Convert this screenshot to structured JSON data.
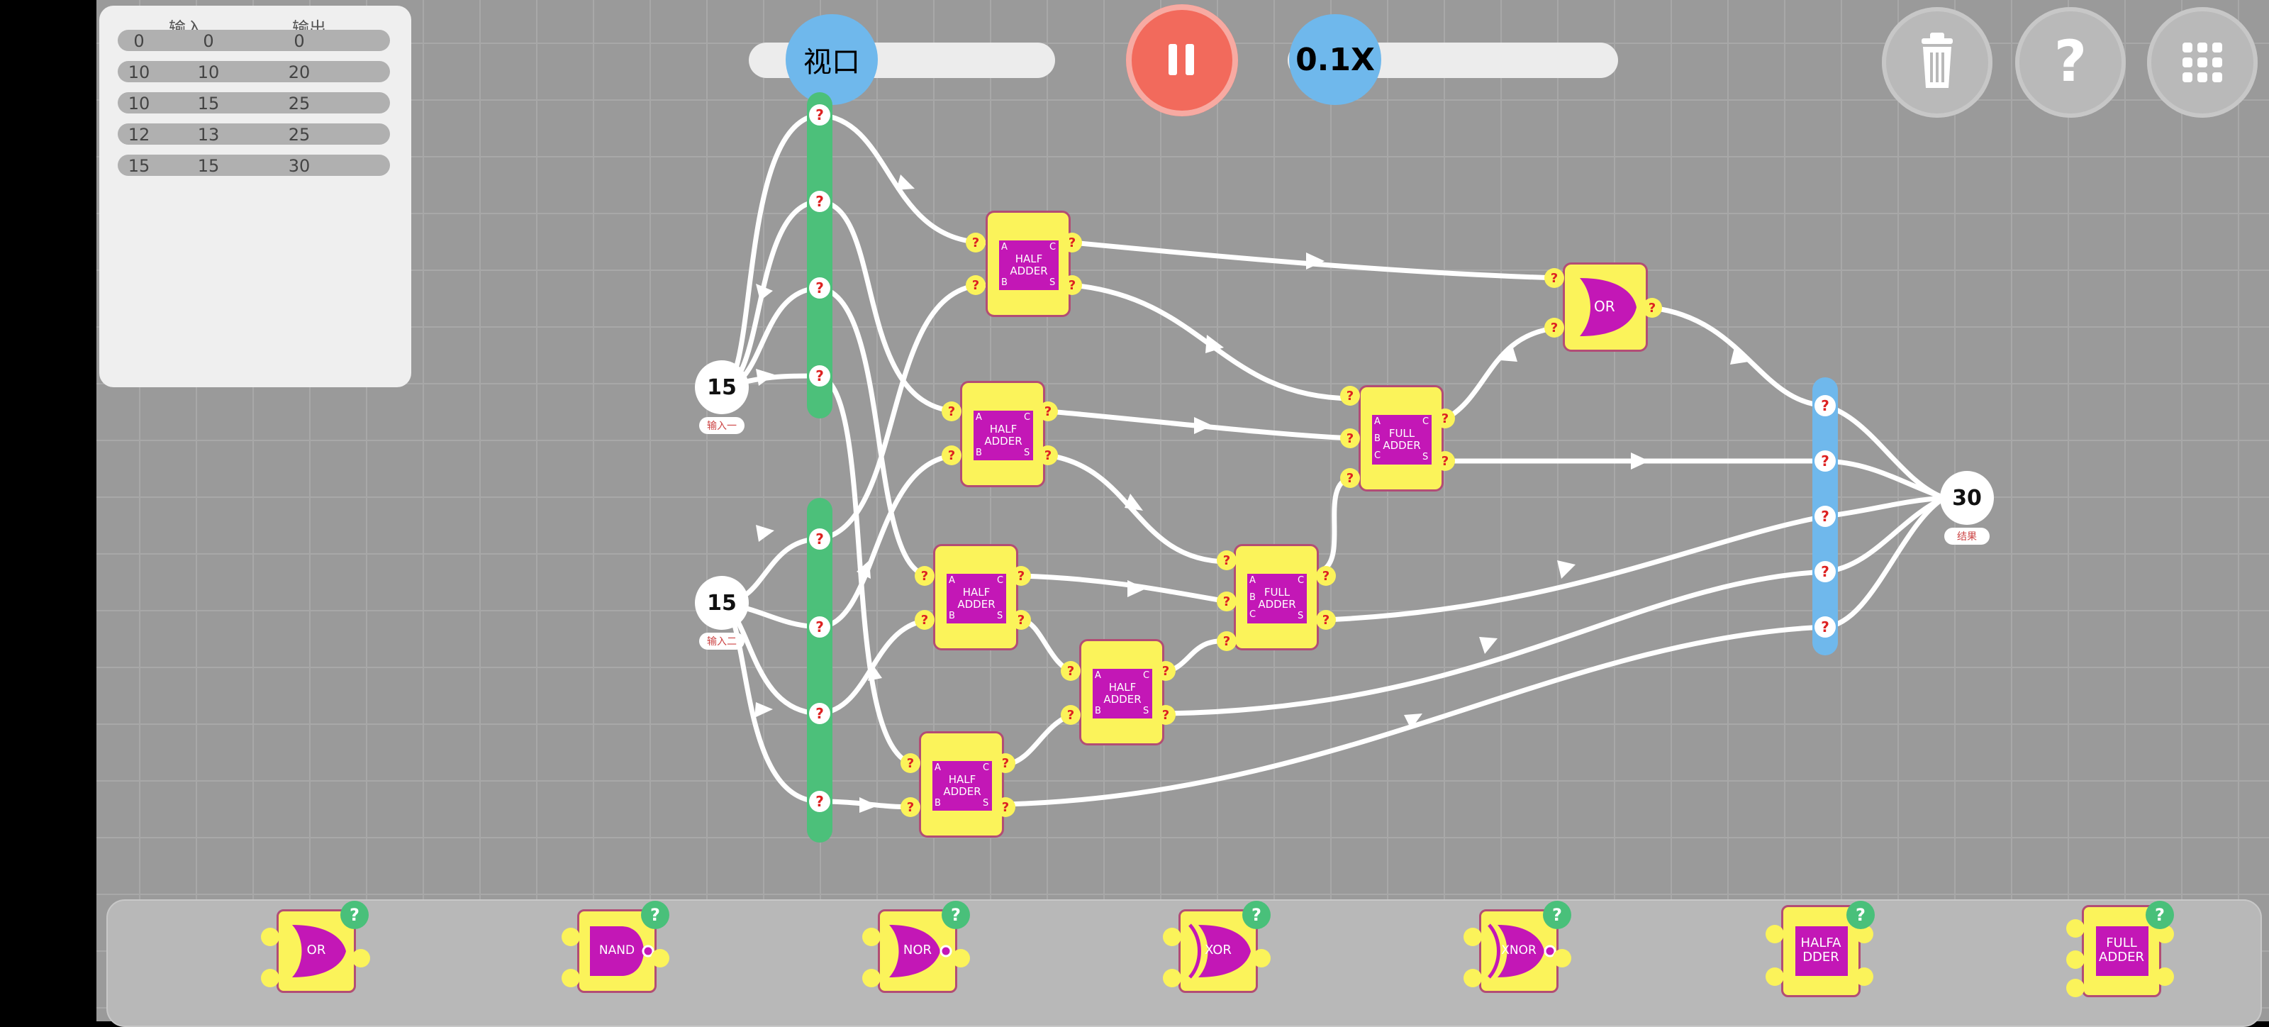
{
  "table": {
    "header_in": "输入",
    "header_out": "输出",
    "rows": [
      [
        "0",
        "0",
        "0"
      ],
      [
        "10",
        "10",
        "20"
      ],
      [
        "10",
        "15",
        "25"
      ],
      [
        "12",
        "13",
        "25"
      ],
      [
        "15",
        "15",
        "30"
      ]
    ]
  },
  "toolbar": {
    "viewport_label": "视口",
    "speed_label": "0.1X",
    "trash_icon": "trash-icon",
    "help_icon": "question-icon",
    "menu_icon": "grid-icon"
  },
  "circuit": {
    "input1_value": "15",
    "input1_label": "输入一",
    "input2_value": "15",
    "input2_label": "输入二",
    "output_value": "30",
    "output_label": "结果",
    "port_mark": "?",
    "pin_a": "A",
    "pin_b": "B",
    "pin_c": "C",
    "pin_s": "S",
    "half_adder_l1": "HALF",
    "half_adder_l2": "ADDER",
    "full_adder_l1": "FULL",
    "full_adder_l2": "ADDER",
    "or_label": "OR"
  },
  "palette": {
    "items": [
      {
        "l1": "OR",
        "l2": ""
      },
      {
        "l1": "NAND",
        "l2": ""
      },
      {
        "l1": "NOR",
        "l2": ""
      },
      {
        "l1": "XOR",
        "l2": ""
      },
      {
        "l1": "XNOR",
        "l2": ""
      },
      {
        "l1": "HALFA",
        "l2": "DDER"
      },
      {
        "l1": "FULL",
        "l2": "ADDER"
      }
    ],
    "help_mark": "?"
  },
  "colors": {
    "board": "#9a9a9a",
    "gate_body": "#fbf35a",
    "gate_core": "#c317b6",
    "rail_green": "#4cc07a",
    "rail_blue": "#6fb8ec",
    "pause": "#f26a5c"
  }
}
